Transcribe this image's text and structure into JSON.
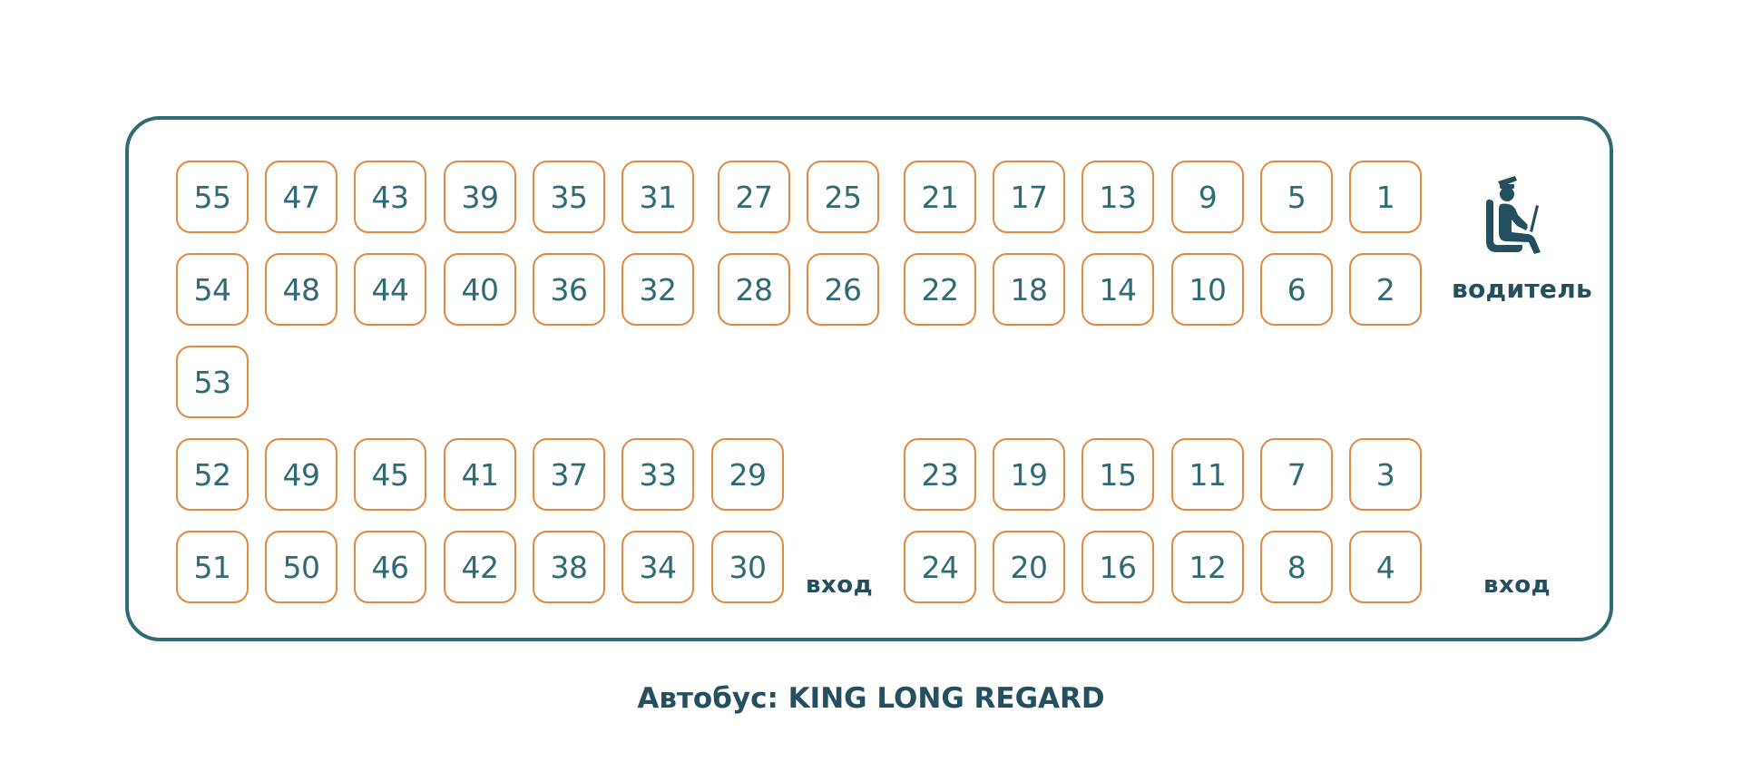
{
  "bus_model": {
    "label": "Автобус:",
    "name": "KING LONG REGARD"
  },
  "driver": {
    "label": "водитель",
    "icon": "driver-seat-icon"
  },
  "entrances": {
    "middle_label": "вход",
    "front_label": "вход"
  },
  "colors": {
    "frame": "#2f6b74",
    "seat_border": "#e4873f",
    "text": "#244f5f"
  },
  "seat_rows": {
    "row1": [
      "55",
      "47",
      "43",
      "39",
      "35",
      "31",
      "27",
      "25",
      "21",
      "17",
      "13",
      "9",
      "5",
      "1"
    ],
    "row2": [
      "54",
      "48",
      "44",
      "40",
      "36",
      "32",
      "28",
      "26",
      "22",
      "18",
      "14",
      "10",
      "6",
      "2"
    ],
    "row3": [
      "53"
    ],
    "row4": [
      "52",
      "49",
      "45",
      "41",
      "37",
      "33",
      "29",
      "23",
      "19",
      "15",
      "11",
      "7",
      "3"
    ],
    "row5": [
      "51",
      "50",
      "46",
      "42",
      "38",
      "34",
      "30",
      "24",
      "20",
      "16",
      "12",
      "8",
      "4"
    ]
  }
}
